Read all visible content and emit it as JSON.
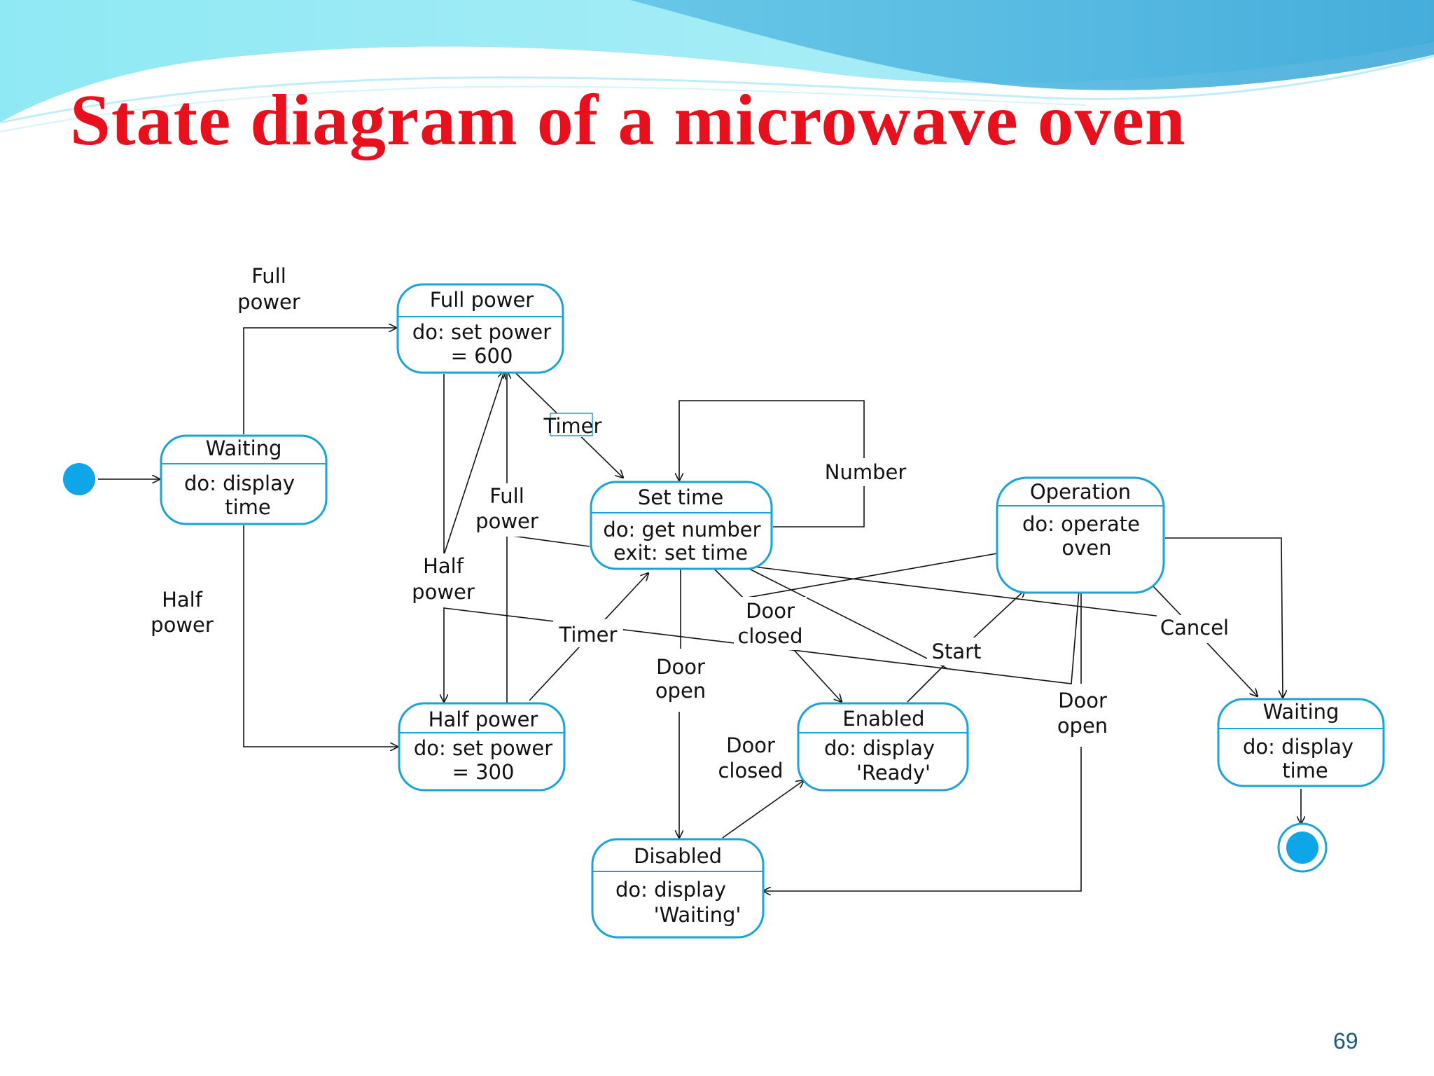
{
  "slide": {
    "title": "State diagram of a microwave oven",
    "page_number": "69"
  },
  "colors": {
    "title": "#e8101c",
    "state_border": "#1aa3d6",
    "pseudostate_fill": "#0ea5e9",
    "header_wave_light": "#aef0f8",
    "header_wave_dark": "#4fb4de"
  },
  "states": {
    "waiting_start": {
      "name": "Waiting",
      "activity_1": "do: display",
      "activity_2": "time"
    },
    "full_power": {
      "name": "Full power",
      "activity_1": "do: set power",
      "activity_2": "= 600"
    },
    "half_power": {
      "name": "Half power",
      "activity_1": "do: set power",
      "activity_2": "= 300"
    },
    "set_time": {
      "name": "Set time",
      "activity_1": "do: get number",
      "activity_2": "exit: set time"
    },
    "disabled": {
      "name": "Disabled",
      "activity_1": "do: display",
      "activity_2": "'Waiting'"
    },
    "enabled": {
      "name": "Enabled",
      "activity_1": "do: display",
      "activity_2": "'Ready'"
    },
    "operation": {
      "name": "Operation",
      "activity_1": "do: operate",
      "activity_2": "oven"
    },
    "waiting_end": {
      "name": "Waiting",
      "activity_1": "do: display",
      "activity_2": "time"
    }
  },
  "transitions": {
    "full_power_left": {
      "line_1": "Full",
      "line_2": "power"
    },
    "half_power_left": {
      "line_1": "Half",
      "line_2": "power"
    },
    "full_power_mid": {
      "line_1": "Full",
      "line_2": "power"
    },
    "half_power_mid": {
      "line_1": "Half",
      "line_2": "power"
    },
    "timer_top": {
      "label": "Timer"
    },
    "timer_bottom": {
      "label": "Timer"
    },
    "number": {
      "label": "Number"
    },
    "door_closed_mid": {
      "line_1": "Door",
      "line_2": "closed"
    },
    "door_open_mid": {
      "line_1": "Door",
      "line_2": "open"
    },
    "door_closed_low": {
      "line_1": "Door",
      "line_2": "closed"
    },
    "start": {
      "label": "Start"
    },
    "door_open_right": {
      "line_1": "Door",
      "line_2": "open"
    },
    "cancel": {
      "label": "Cancel"
    }
  }
}
